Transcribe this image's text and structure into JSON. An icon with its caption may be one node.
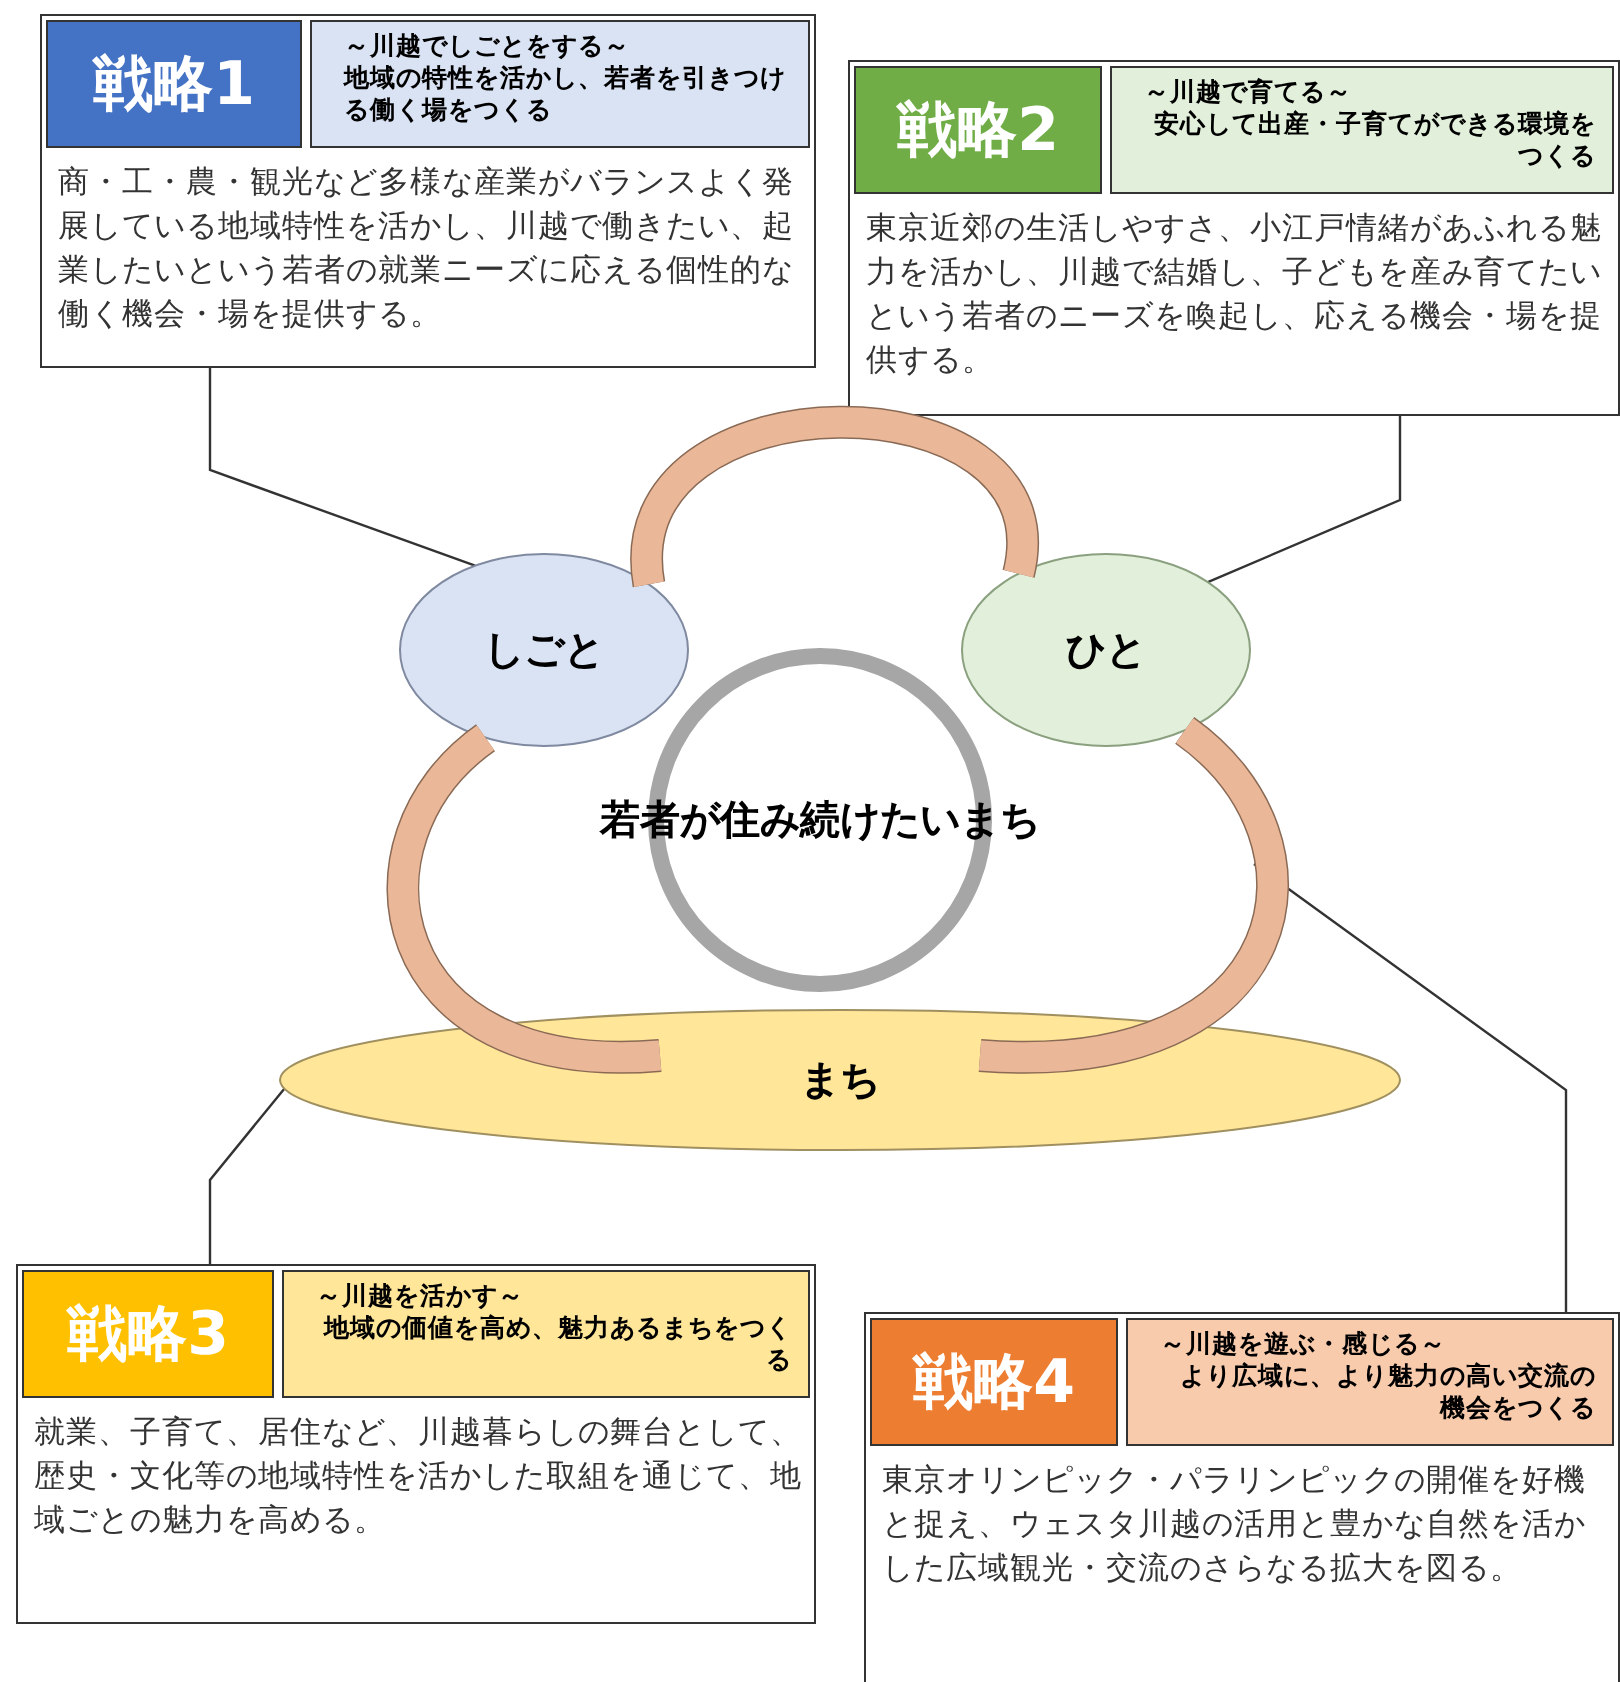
{
  "diagram": {
    "nodes": [
      {
        "text": [
          "戦略1",
          "～川越でしごとをする～",
          "地域の特性を活かし、若者を引きつける働く場をつくる",
          "商・工・農・観光など多様な産業がバランスよく発展している地域特性を活かし、川越で働きたい、起業したいという若者の就業ニーズに応える個性的な働く機会・場を提供する。"
        ]
      },
      {
        "text": [
          "戦略2",
          "～川越で育てる～",
          "安心して出産・子育てができる環境をつくる",
          "東京近郊の生活しやすさ、小江戸情緒があふれる魅力を活かし、川越で結婚し、子どもを産み育てたいという若者のニーズを喚起し、応える機会・場を提供する。"
        ]
      },
      {
        "text": [
          "しごと"
        ]
      },
      {
        "text": [
          "ひと"
        ]
      },
      {
        "text": [
          "若者が住み続けたいまち"
        ]
      },
      {
        "text": [
          "まち"
        ]
      },
      {
        "text": [
          "戦略3",
          "～川越を活かす～",
          "地域の価値を高め、魅力あるまちをつくる",
          "就業、子育て、居住など、川越暮らしの舞台として、歴史・文化等の地域特性を活かした取組を通じて、地域ごとの魅力を高める。"
        ]
      },
      {
        "text": [
          "戦略4",
          "～川越を遊ぶ・感じる～",
          "より広域に、より魅力の高い交流の機会をつくる",
          "東京オリンピック・パラリンピックの開催を好機と捉え、ウェスタ川越の活用と豊かな自然を活かした広域観光・交流のさらなる拡大を図る。"
        ]
      }
    ],
    "edges": [
      {
        "from": 2,
        "to": 3,
        "arrow": "none",
        "style": "thick",
        "color": "#eab898"
      },
      {
        "from": 3,
        "to": 5,
        "arrow": "none",
        "style": "thick",
        "color": "#eab898"
      },
      {
        "from": 5,
        "to": 2,
        "arrow": "none",
        "style": "thick",
        "color": "#eab898"
      },
      {
        "from": 0,
        "to": 2,
        "arrow": "none"
      },
      {
        "from": 1,
        "to": 3,
        "arrow": "none"
      },
      {
        "from": 6,
        "to": 5,
        "arrow": "none"
      },
      {
        "from": 7,
        "to": null,
        "arrow": "none"
      }
    ]
  }
}
